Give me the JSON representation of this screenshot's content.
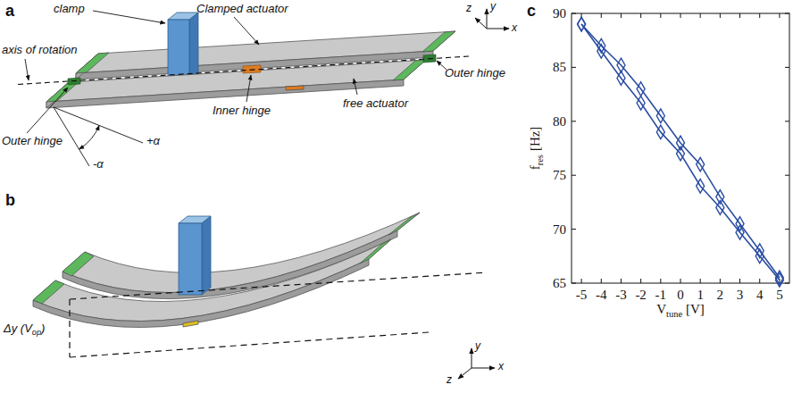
{
  "diagram": {
    "labels": [
      "a",
      "Clamped actuator",
      "clamp",
      "z",
      "y",
      "x",
      "Outer hinge",
      "axis of rotation",
      "+α",
      "-α",
      "free actuator",
      "Outer hinge",
      "Inner hinge",
      "b",
      "z",
      "y",
      "x",
      "Δy (V",
      "op",
      ")",
      "c",
      "f",
      "res",
      "[Hz]",
      "90",
      "85",
      "80",
      "75",
      "70",
      "65",
      "-5",
      "-4",
      "-3",
      "-2",
      "-1",
      "0",
      "1",
      "2",
      "3",
      "4",
      "5",
      "V",
      "tune",
      "[V]"
    ]
  }
}
